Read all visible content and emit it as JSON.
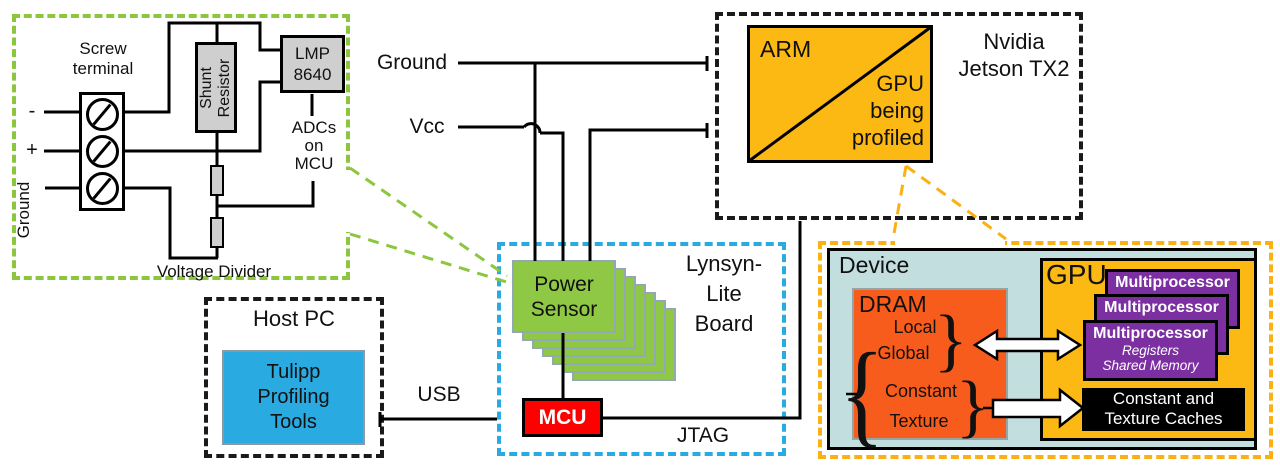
{
  "colors": {
    "green_dash": "#8CC63F",
    "blue": "#29ABE2",
    "orange_dash": "#FBB013",
    "amber_box": "#FCB813",
    "dram_orange": "#F85C1C",
    "device_bg": "#C2DEDE",
    "purple": "#7B2FA0",
    "sensor_green": "#8FC845",
    "mcu_red": "#FF0000",
    "gray_box": "#CFCFCF"
  },
  "sensor_detail": {
    "screw_terminal": "Screw\nterminal",
    "minus": "-",
    "plus": "+",
    "ground": "Ground",
    "shunt_resistor": "Shunt\nResistor",
    "lmp": "LMP\n8640",
    "adcs": "ADCs\non\nMCU",
    "voltage_divider": "Voltage Divider"
  },
  "supply": {
    "ground": "Ground",
    "vcc": "Vcc"
  },
  "jetson": {
    "name": "Nvidia\nJetson TX2",
    "arm": "ARM",
    "gpu": "GPU\nbeing\nprofiled"
  },
  "lynsyn": {
    "name": "Lynsyn-\nLite\nBoard",
    "power_sensor": "Power\nSensor",
    "mcu": "MCU",
    "jtag": "JTAG"
  },
  "host_pc": {
    "title": "Host PC",
    "tool": "Tulipp\nProfiling\nTools",
    "usb": "USB"
  },
  "device": {
    "title": "Device",
    "dram": "DRAM",
    "memories": [
      "Local",
      "Global",
      "Constant",
      "Texture"
    ],
    "gpu": "GPU",
    "multiprocessor": "Multiprocessor",
    "registers": "Registers",
    "shared_memory": "Shared Memory",
    "caches": "Constant and\nTexture Caches",
    "brace_left": "{",
    "brace_right": "}"
  }
}
